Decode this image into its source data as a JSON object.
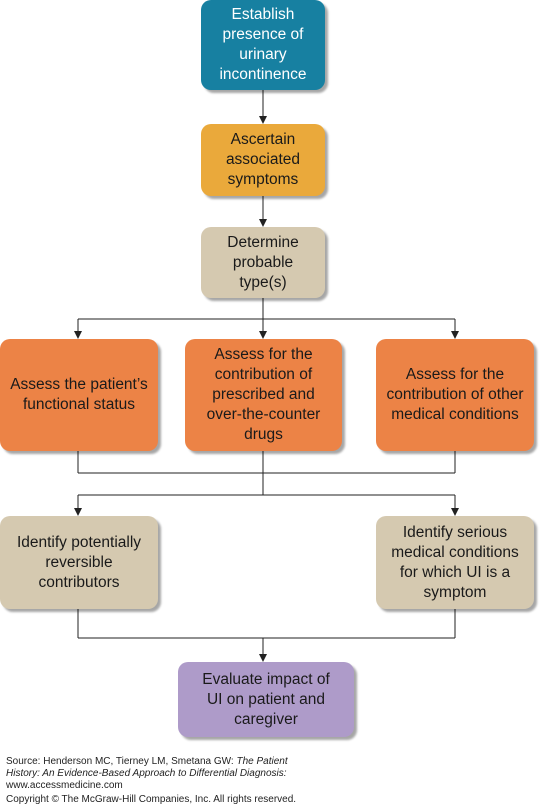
{
  "flowchart": {
    "nodes": [
      {
        "id": "establish",
        "text": "Establish\npresence of\nurinary\nincontinence",
        "color": "#1780a1"
      },
      {
        "id": "ascertain",
        "text": "Ascertain\nassociated\nsymptoms",
        "color": "#eaa93b"
      },
      {
        "id": "determine",
        "text": "Determine\nprobable\ntype(s)",
        "color": "#d5c9b0"
      },
      {
        "id": "functional",
        "text": "Assess the patient’s\nfunctional status",
        "color": "#ec8346"
      },
      {
        "id": "drugs",
        "text": "Assess for the\ncontribution of\nprescribed and\nover-the-counter\ndrugs",
        "color": "#ec8346"
      },
      {
        "id": "medical",
        "text": "Assess for the\ncontribution of other\nmedical conditions",
        "color": "#ec8346"
      },
      {
        "id": "reversible",
        "text": "Identify potentially\nreversible\ncontributors",
        "color": "#d5c9b0"
      },
      {
        "id": "serious",
        "text": "Identify serious\nmedical conditions\nfor which UI is a\nsymptom",
        "color": "#d5c9b0"
      },
      {
        "id": "evaluate",
        "text": "Evaluate impact of\nUI on patient and\ncaregiver",
        "color": "#ae9bc9"
      }
    ]
  },
  "footer": {
    "source_prefix": "Source: Henderson MC, Tierney LM, Smetana GW: ",
    "source_title_1": "The Patient",
    "source_title_2": "History: An Evidence-Based Approach to Differential Diagnosis:",
    "url": "www.accessmedicine.com",
    "copyright": "Copyright © The McGraw-Hill Companies, Inc. All rights reserved."
  }
}
